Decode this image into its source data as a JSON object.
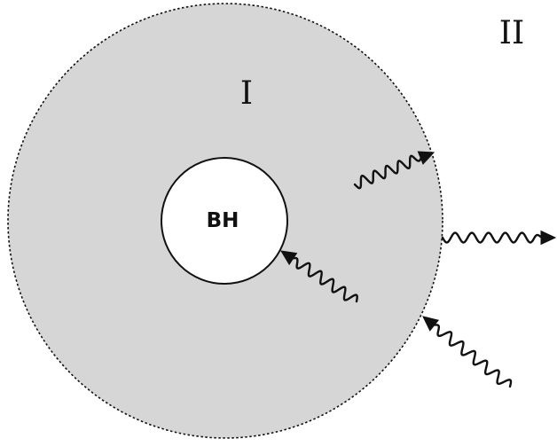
{
  "labels": {
    "inner_region": "I",
    "outer_region": "II",
    "black_hole": "BH"
  },
  "colors": {
    "shaded_region": "#d6d6d6",
    "black_hole_fill": "#ffffff",
    "line": "#111111",
    "background": "#ffffff"
  },
  "photons": [
    {
      "name": "photon-absorbed-by-bh",
      "direction": "inward"
    },
    {
      "name": "photon-crossing-boundary-outward",
      "direction": "outward"
    },
    {
      "name": "photon-escaping-region-two",
      "direction": "outward"
    },
    {
      "name": "photon-entering-region-one",
      "direction": "inward"
    }
  ]
}
